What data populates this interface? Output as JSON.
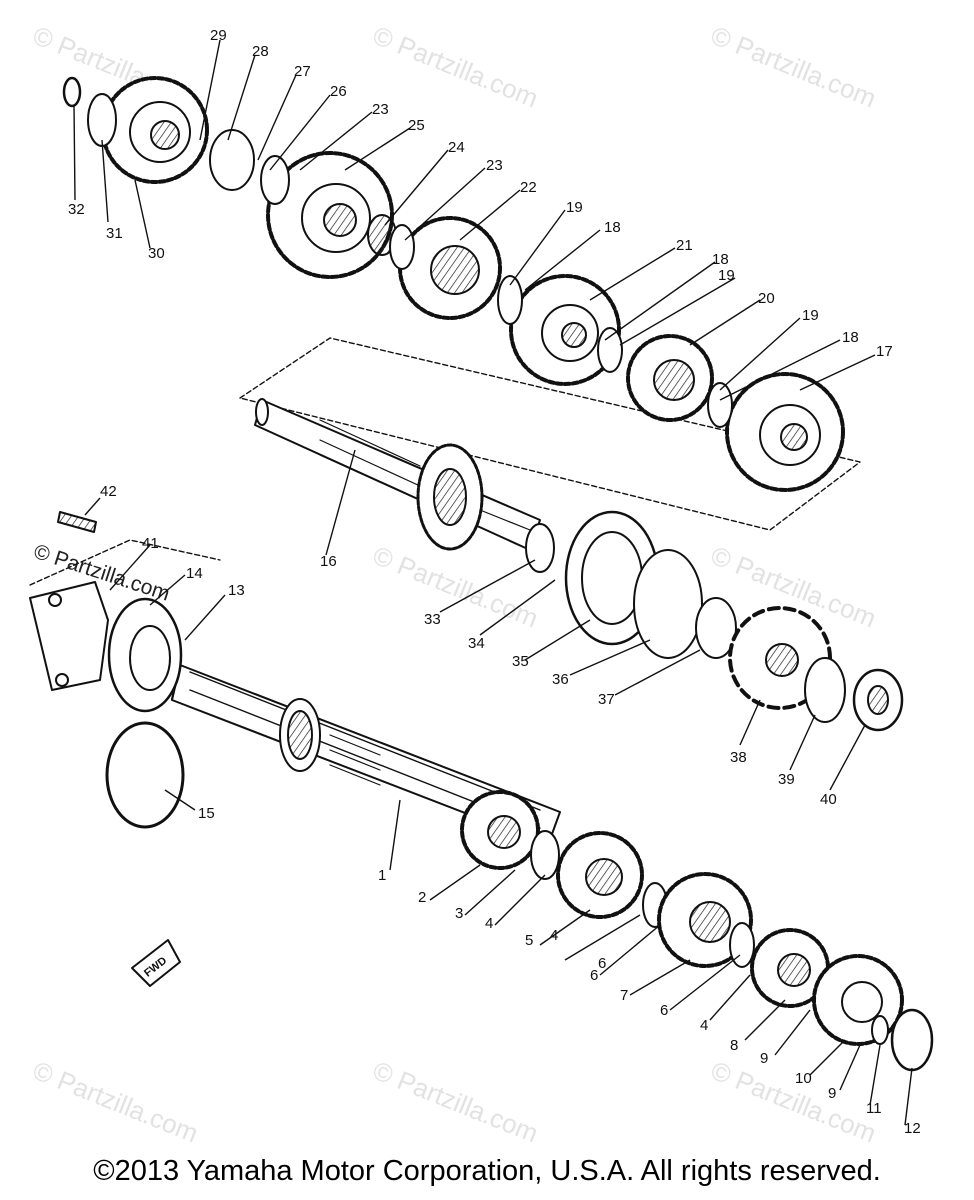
{
  "watermark_text": "© Partzilla.com",
  "watermark_inline": "© Partzilla.com",
  "copyright": "©2013 Yamaha Motor Corporation, U.S.A. All rights reserved.",
  "fwd_label": "FWD",
  "callouts": [
    "1",
    "2",
    "3",
    "4",
    "4",
    "4",
    "5",
    "6",
    "6",
    "6",
    "7",
    "8",
    "9",
    "9",
    "10",
    "11",
    "12",
    "13",
    "14",
    "15",
    "16",
    "17",
    "18",
    "18",
    "18",
    "19",
    "19",
    "19",
    "20",
    "21",
    "22",
    "23",
    "23",
    "24",
    "25",
    "26",
    "27",
    "28",
    "29",
    "30",
    "31",
    "32",
    "33",
    "34",
    "35",
    "36",
    "37",
    "38",
    "39",
    "40",
    "41",
    "42"
  ]
}
